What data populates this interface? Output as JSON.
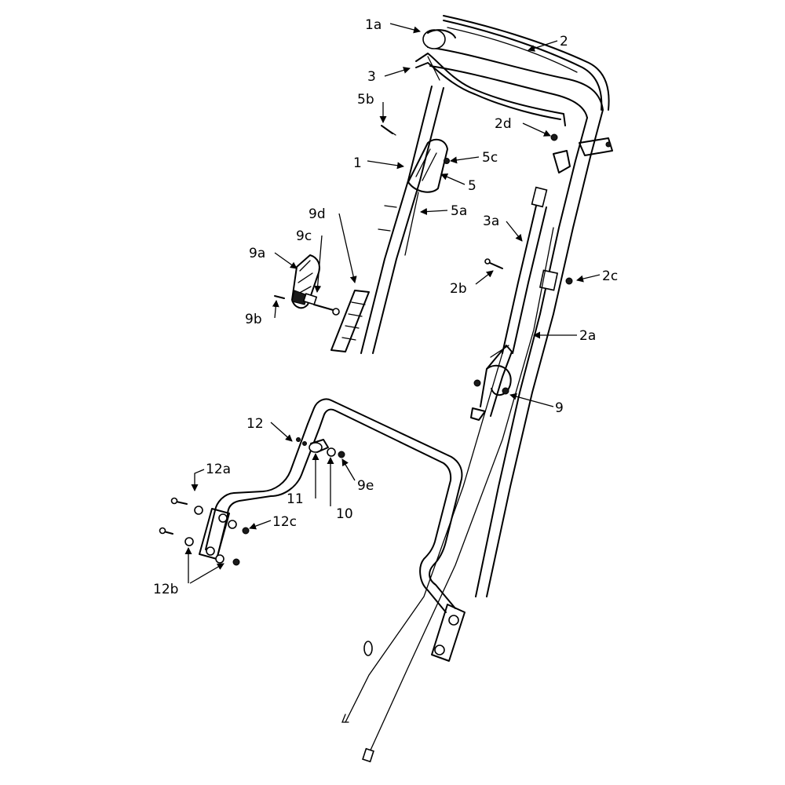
{
  "callouts": {
    "c1a": "1a",
    "c2": "2",
    "c3": "3",
    "c5b": "5b",
    "c2d": "2d",
    "c5c": "5c",
    "c1": "1",
    "c5": "5",
    "c5a": "5a",
    "c9d": "9d",
    "c3a": "3a",
    "c9c": "9c",
    "c9a": "9a",
    "c2c": "2c",
    "c2b": "2b",
    "c9b": "9b",
    "c2a": "2a",
    "c9": "9",
    "c12": "12",
    "c12a": "12a",
    "c9e": "9e",
    "c11": "11",
    "c10": "10",
    "c12c": "12c",
    "c12b": "12b"
  }
}
